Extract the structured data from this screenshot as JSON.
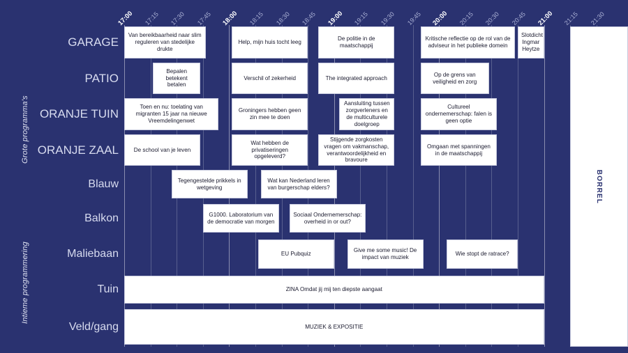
{
  "meta": {
    "background_color": "#2a3270",
    "block_color": "#ffffff",
    "text_color": "#1a1a2e",
    "label_color": "#d7dbef",
    "time_start": "17:00",
    "time_end": "21:30",
    "time_step_minutes": 15
  },
  "sections": [
    {
      "id": "grote",
      "label": "Grote programma's"
    },
    {
      "id": "intiem",
      "label": "Intieme programmering"
    }
  ],
  "axis": {
    "ticks": [
      {
        "label": "17:00",
        "hour": true
      },
      {
        "label": "17:15",
        "hour": false
      },
      {
        "label": "17:30",
        "hour": false
      },
      {
        "label": "17:45",
        "hour": false
      },
      {
        "label": "18:00",
        "hour": true
      },
      {
        "label": "18:15",
        "hour": false
      },
      {
        "label": "18:30",
        "hour": false
      },
      {
        "label": "18:45",
        "hour": false
      },
      {
        "label": "19:00",
        "hour": true
      },
      {
        "label": "19:15",
        "hour": false
      },
      {
        "label": "19:30",
        "hour": false
      },
      {
        "label": "19:45",
        "hour": false
      },
      {
        "label": "20:00",
        "hour": true
      },
      {
        "label": "20:15",
        "hour": false
      },
      {
        "label": "20:30",
        "hour": false
      },
      {
        "label": "20:45",
        "hour": false
      },
      {
        "label": "21:00",
        "hour": true
      },
      {
        "label": "21:15",
        "hour": false
      },
      {
        "label": "21:30",
        "hour": false
      }
    ]
  },
  "rooms": [
    {
      "name": "GARAGE",
      "size": "big",
      "section": "grote"
    },
    {
      "name": "PATIO",
      "size": "big",
      "section": "grote"
    },
    {
      "name": "ORANJE TUIN",
      "size": "big",
      "section": "grote"
    },
    {
      "name": "ORANJE ZAAL",
      "size": "big",
      "section": "grote"
    },
    {
      "name": "Blauw",
      "size": "small",
      "section": "intiem"
    },
    {
      "name": "Balkon",
      "size": "small",
      "section": "intiem"
    },
    {
      "name": "Maliebaan",
      "size": "small",
      "section": "intiem"
    },
    {
      "name": "Tuin",
      "size": "small",
      "section": "intiem"
    },
    {
      "name": "Veld/gang",
      "size": "small",
      "section": "intiem"
    }
  ],
  "events": [
    {
      "row": 0,
      "start": 0,
      "end": 3.1,
      "title": "Van bereikbaarheid naar slim reguleren van stedelijke drukte"
    },
    {
      "row": 0,
      "start": 4.1,
      "end": 7.0,
      "title": "Help, mijn huis tocht leeg"
    },
    {
      "row": 0,
      "start": 7.4,
      "end": 10.3,
      "title": "De politie in de maatschappij"
    },
    {
      "row": 0,
      "start": 11.3,
      "end": 14.9,
      "title": "Kritische reflectie op de rol van de adviseur in het publieke domein"
    },
    {
      "row": 0,
      "start": 15.0,
      "end": 16.0,
      "title": "Slotdicht Ingmar Heytze"
    },
    {
      "row": 1,
      "start": 1.1,
      "end": 2.9,
      "title": "Bepalen betekent betalen"
    },
    {
      "row": 1,
      "start": 4.1,
      "end": 7.0,
      "title": "Verschil of zekerheid"
    },
    {
      "row": 1,
      "start": 7.4,
      "end": 10.3,
      "title": "The integrated approach"
    },
    {
      "row": 1,
      "start": 11.3,
      "end": 13.9,
      "title": "Op de grens van veiligheid en zorg"
    },
    {
      "row": 2,
      "start": 0,
      "end": 3.6,
      "title": "Toen en nu: toelating van migranten 15 jaar na nieuwe Vreemdelingenwet"
    },
    {
      "row": 2,
      "start": 4.1,
      "end": 7.0,
      "title": "Groningers hebben geen zin mee te doen"
    },
    {
      "row": 2,
      "start": 8.2,
      "end": 10.3,
      "title": "Aansluiting tussen zorgverleners en de multiculturele doelgroep"
    },
    {
      "row": 2,
      "start": 11.3,
      "end": 14.2,
      "title": "Cultureel ondernemerschap: falen is geen optie"
    },
    {
      "row": 3,
      "start": 0,
      "end": 2.9,
      "title": "De school van je leven"
    },
    {
      "row": 3,
      "start": 4.1,
      "end": 7.0,
      "title": "Wat hebben de privatiseringen opgeleverd?"
    },
    {
      "row": 3,
      "start": 7.4,
      "end": 10.3,
      "title": "Stijgende zorgkosten vragen om vakmanschap, verantwoordelijkheid en bravoure"
    },
    {
      "row": 3,
      "start": 11.3,
      "end": 14.2,
      "title": "Omgaan met spanningen in de maatschappij"
    },
    {
      "row": 4,
      "start": 1.8,
      "end": 4.7,
      "title": "Tegengestelde prikkels in wetgeving"
    },
    {
      "row": 4,
      "start": 5.2,
      "end": 8.1,
      "title": "Wat kan Nederland leren van burgerschap elders?"
    },
    {
      "row": 5,
      "start": 3.0,
      "end": 5.9,
      "title": "G1000. Laboratorium van de democratie van morgen"
    },
    {
      "row": 5,
      "start": 6.3,
      "end": 9.2,
      "title": "Sociaal Ondernemerschap: overheid in or out?"
    },
    {
      "row": 6,
      "start": 5.1,
      "end": 8.0,
      "title": "EU Pubquiz"
    },
    {
      "row": 6,
      "start": 8.5,
      "end": 11.4,
      "title": "Give me some music! De impact van muziek"
    },
    {
      "row": 6,
      "start": 12.3,
      "end": 15.0,
      "title": "Wie stopt de ratrace?"
    },
    {
      "row": 7,
      "start": 0,
      "end": 16.0,
      "title": "ZINA Omdat jij mij ten diepste aangaat"
    },
    {
      "row": 8,
      "start": 0,
      "end": 16.0,
      "title": "MUZIEK & EXPOSITIE"
    }
  ],
  "borrel": {
    "label": "BORREL",
    "start": 17.0,
    "end": 19.2
  }
}
